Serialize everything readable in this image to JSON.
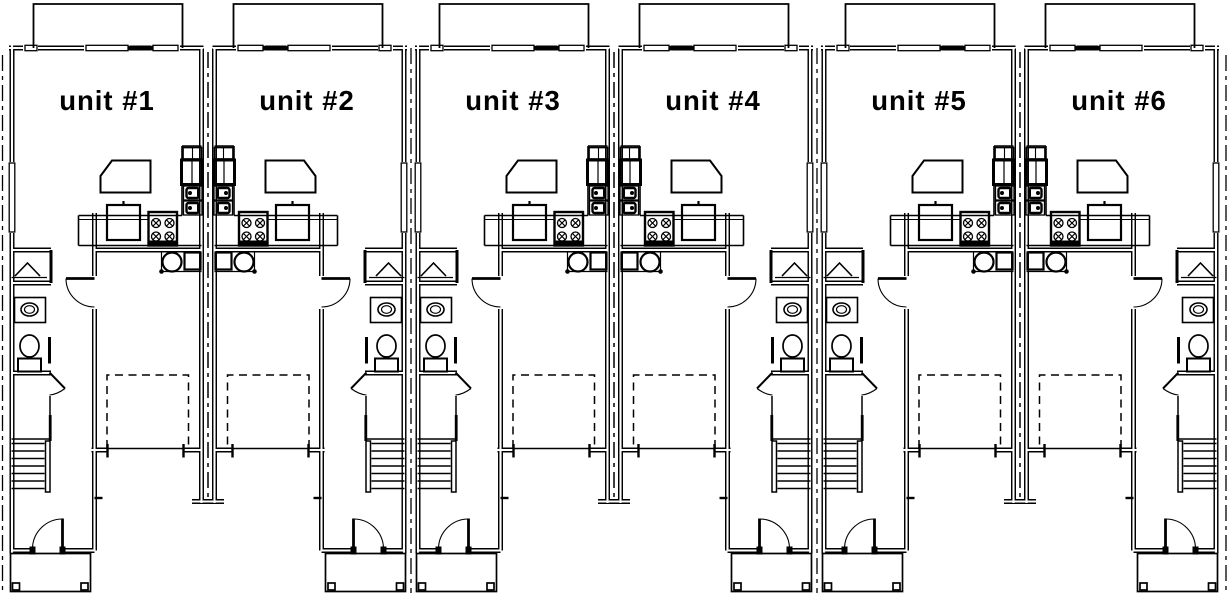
{
  "plan": {
    "type": "floor-plan",
    "pair_count": 3,
    "unit_count": 6,
    "colors": {
      "line": "#000000",
      "background": "#ffffff"
    },
    "units": [
      {
        "label": "unit #1"
      },
      {
        "label": "unit #2"
      },
      {
        "label": "unit #3"
      },
      {
        "label": "unit #4"
      },
      {
        "label": "unit #5"
      },
      {
        "label": "unit #6"
      }
    ],
    "fixtures_per_unit": [
      "deck",
      "sliding-door",
      "window",
      "kitchen-island",
      "refrigerator",
      "upper-cabinet",
      "double-sink",
      "cooktop",
      "dishwasher",
      "counter",
      "water-heater",
      "furnace",
      "garage-parking-space",
      "garage-door-opening",
      "coat-closet",
      "vanity-sink",
      "toilet",
      "bath-door",
      "stairs",
      "interior-door",
      "entry-door",
      "porch",
      "porch-posts",
      "property-line"
    ]
  }
}
